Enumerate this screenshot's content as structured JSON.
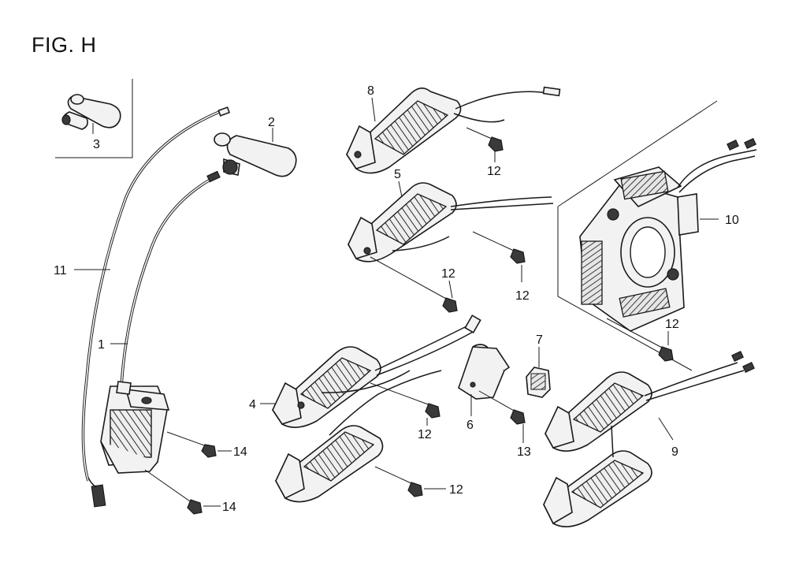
{
  "figure": {
    "title": "FIG. H"
  },
  "callouts": [
    {
      "id": "1",
      "text": "1"
    },
    {
      "id": "2",
      "text": "2"
    },
    {
      "id": "3",
      "text": "3"
    },
    {
      "id": "4",
      "text": "4"
    },
    {
      "id": "5",
      "text": "5"
    },
    {
      "id": "6",
      "text": "6"
    },
    {
      "id": "7",
      "text": "7"
    },
    {
      "id": "8",
      "text": "8"
    },
    {
      "id": "9",
      "text": "9"
    },
    {
      "id": "10",
      "text": "10"
    },
    {
      "id": "11",
      "text": "11"
    },
    {
      "id": "12",
      "text": "12"
    },
    {
      "id": "13",
      "text": "13"
    },
    {
      "id": "14",
      "text": "14"
    }
  ]
}
